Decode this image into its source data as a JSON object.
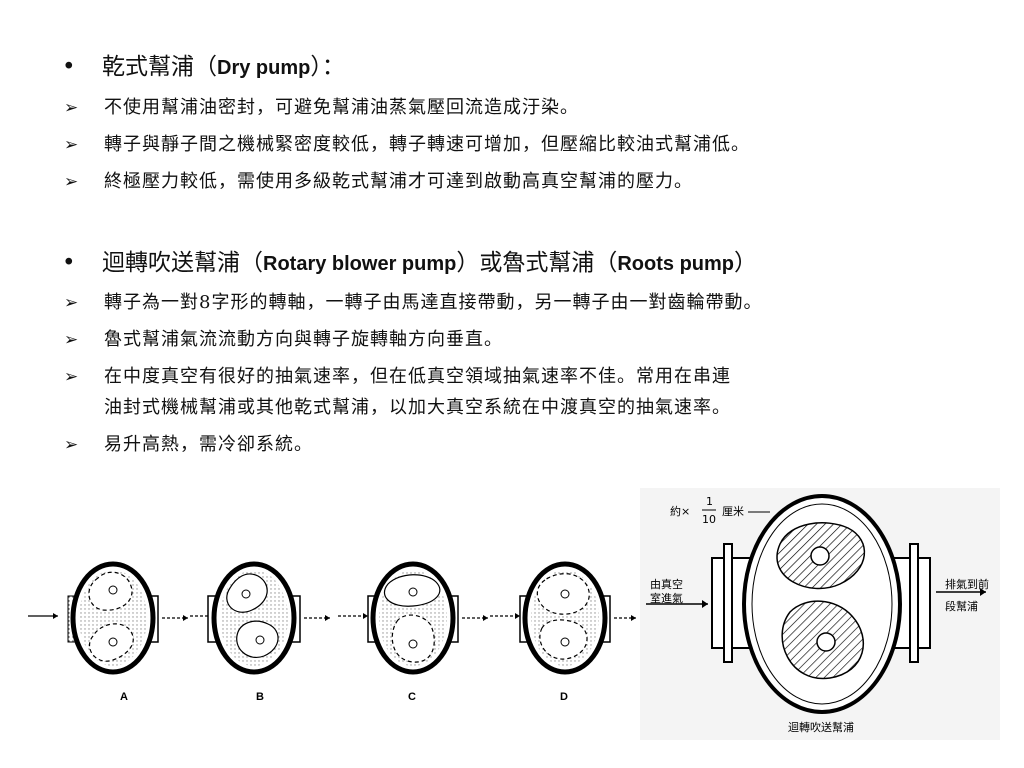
{
  "section1": {
    "bullet": "•",
    "heading_cjk": "乾式幫浦（",
    "heading_latin": "Dry pump",
    "heading_end": "）：",
    "items": [
      "不使用幫浦油密封，可避免幫浦油蒸氣壓回流造成汙染。",
      "轉子與靜子間之機械緊密度較低，轉子轉速可增加，但壓縮比較油式幫浦低。",
      "終極壓力較低，需使用多級乾式幫浦才可達到啟動高真空幫浦的壓力。"
    ]
  },
  "section2": {
    "bullet": "•",
    "heading_cjk1": "迴轉吹送幫浦（",
    "heading_latin1": "Rotary blower pump",
    "heading_cjk2": "）或魯式幫浦（",
    "heading_latin2": "Roots pump",
    "heading_end": "）",
    "items": [
      "轉子為一對8字形的轉軸，一轉子由馬達直接帶動，另一轉子由一對齒輪帶動。",
      "魯式幫浦氣流流動方向與轉子旋轉軸方向垂直。",
      "在中度真空有很好的抽氣速率，但在低真空領域抽氣速率不佳。常用在串連",
      "油封式機械幫浦或其他乾式幫浦，以加大真空系統在中渡真空的抽氣速率。",
      "易升高熱，需冷卻系統。"
    ]
  },
  "arrow_glyph": "➢",
  "stages_figure": {
    "labels": [
      "A",
      "B",
      "C",
      "D"
    ]
  },
  "blower_figure": {
    "clearance_prefix": "約×",
    "clearance_num": "1",
    "clearance_den": "10",
    "clearance_unit": "厘米",
    "inlet_line1": "由真空",
    "inlet_line2": "室進氣",
    "outlet_line1": "排氣到前",
    "outlet_line2": "段幫浦",
    "caption": "迴轉吹送幫浦"
  }
}
